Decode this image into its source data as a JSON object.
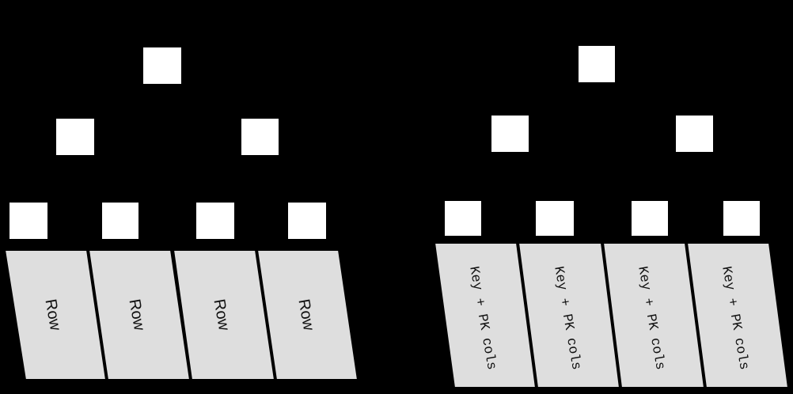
{
  "diagram": {
    "left_tree": {
      "leaf_label": "Row",
      "leaf_count": 4
    },
    "right_tree": {
      "leaf_label": "Key + PK cols",
      "leaf_count": 4
    },
    "colors": {
      "background": "#000000",
      "node_fill": "#ffffff",
      "leaf_fill": "#dedede"
    }
  }
}
